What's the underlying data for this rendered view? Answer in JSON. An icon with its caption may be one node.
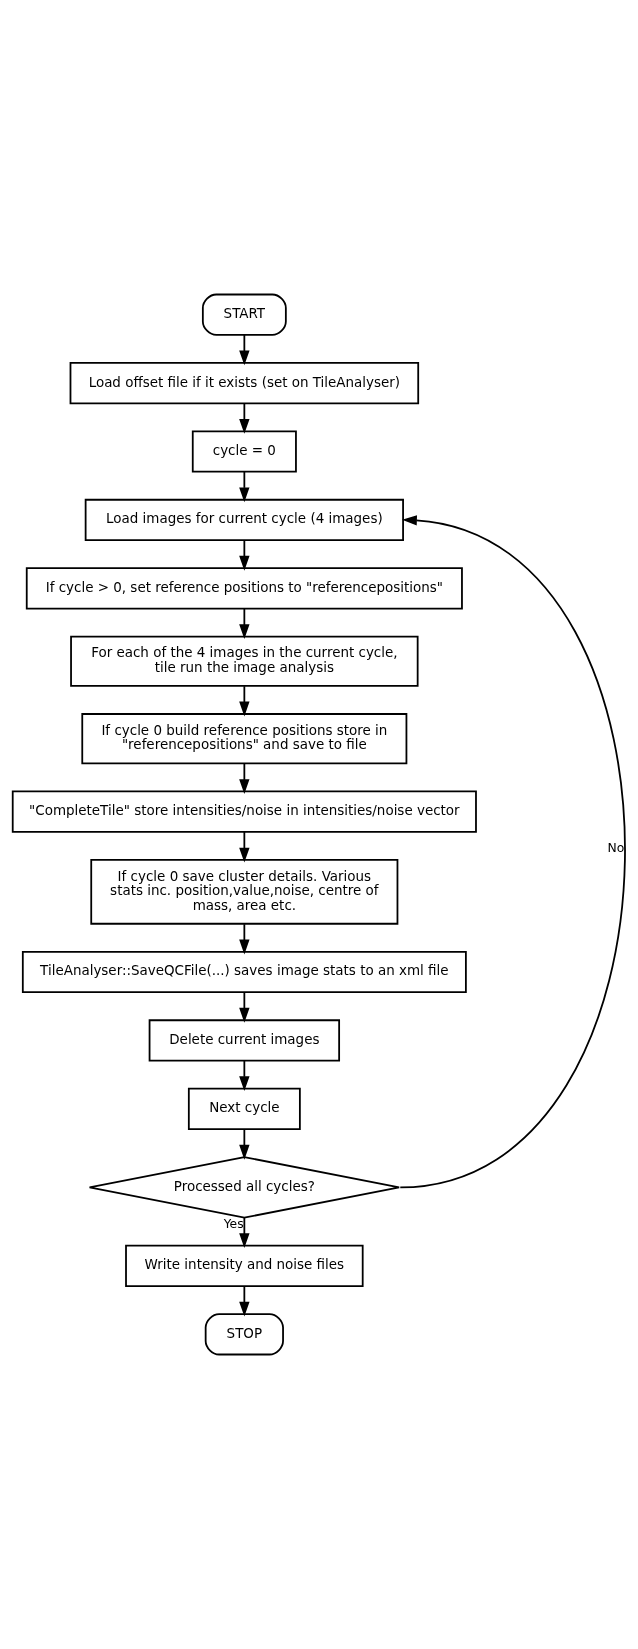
{
  "diagram": {
    "nodes": [
      {
        "text": [
          "START"
        ]
      },
      {
        "text": [
          "Load offset file if it exists (set on TileAnalyser)"
        ]
      },
      {
        "text": [
          "cycle = 0"
        ]
      },
      {
        "text": [
          "Load images for current cycle (4 images)"
        ]
      },
      {
        "text": [
          "If cycle > 0, set reference positions to \"referencepositions\""
        ]
      },
      {
        "text": [
          "For each of the 4 images in the current cycle, tile run the image analysis"
        ]
      },
      {
        "text": [
          "If cycle 0 build reference positions store in \"referencepositions\" and save to file"
        ]
      },
      {
        "text": [
          "\"CompleteTile\" store intensities/noise in intensities/noise vector"
        ]
      },
      {
        "text": [
          "If cycle 0 save cluster details. Various stats inc. position,value,noise, centre of mass, area etc."
        ]
      },
      {
        "text": [
          "TileAnalyser::SaveQCFile(...) saves image stats to an xml file"
        ]
      },
      {
        "text": [
          "Delete current images"
        ]
      },
      {
        "text": [
          "Next cycle"
        ]
      },
      {
        "text": [
          "Processed all cycles?"
        ]
      },
      {
        "text": [
          "Write intensity and noise files"
        ]
      },
      {
        "text": [
          "STOP"
        ]
      }
    ],
    "edges": [
      {
        "from": 0,
        "to": 1,
        "arrow": "to"
      },
      {
        "from": 1,
        "to": 2,
        "arrow": "to"
      },
      {
        "from": 2,
        "to": 3,
        "arrow": "to"
      },
      {
        "from": 3,
        "to": 4,
        "arrow": "to"
      },
      {
        "from": 4,
        "to": 5,
        "arrow": "to"
      },
      {
        "from": 5,
        "to": 6,
        "arrow": "to"
      },
      {
        "from": 6,
        "to": 7,
        "arrow": "to"
      },
      {
        "from": 7,
        "to": 8,
        "arrow": "to"
      },
      {
        "from": 8,
        "to": 9,
        "arrow": "to"
      },
      {
        "from": 9,
        "to": 10,
        "arrow": "to"
      },
      {
        "from": 10,
        "to": 11,
        "arrow": "to"
      },
      {
        "from": 11,
        "to": 12,
        "arrow": "to"
      },
      {
        "from": 12,
        "to": 3,
        "label": "No",
        "arrow": "to"
      },
      {
        "from": 12,
        "to": 13,
        "label": "Yes",
        "arrow": "to"
      },
      {
        "from": 13,
        "to": 14,
        "arrow": "to"
      }
    ]
  }
}
